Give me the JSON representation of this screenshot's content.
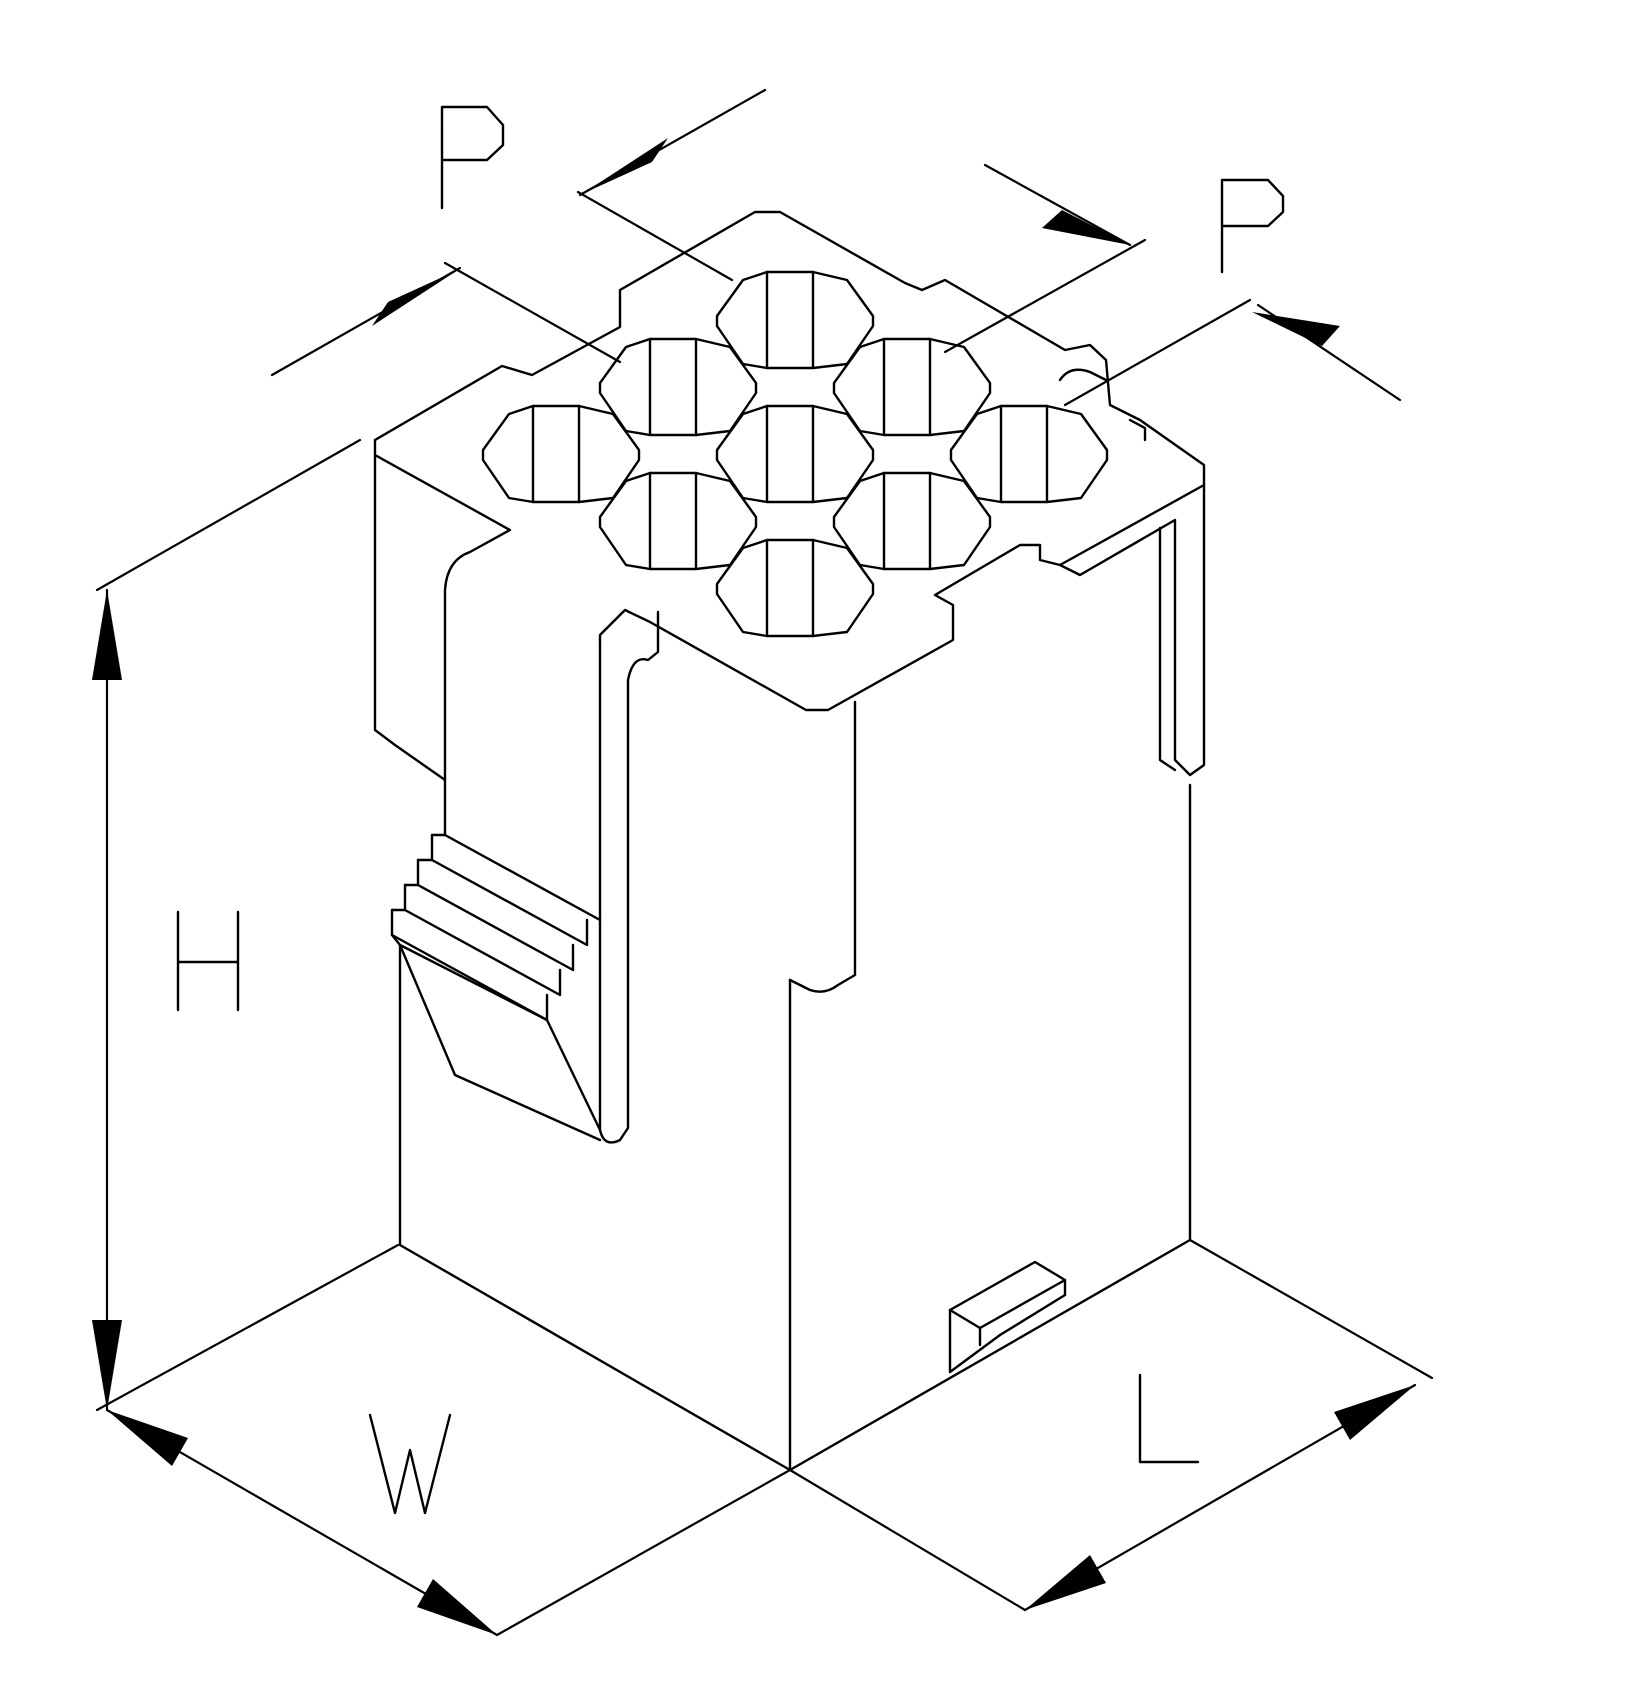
{
  "diagram": {
    "labels": {
      "pitch_row": "P",
      "pitch_col": "P",
      "height": "H",
      "width": "W",
      "length": "L"
    },
    "cavity_count": 9,
    "line_color": "#000000",
    "background_color": "#ffffff"
  }
}
